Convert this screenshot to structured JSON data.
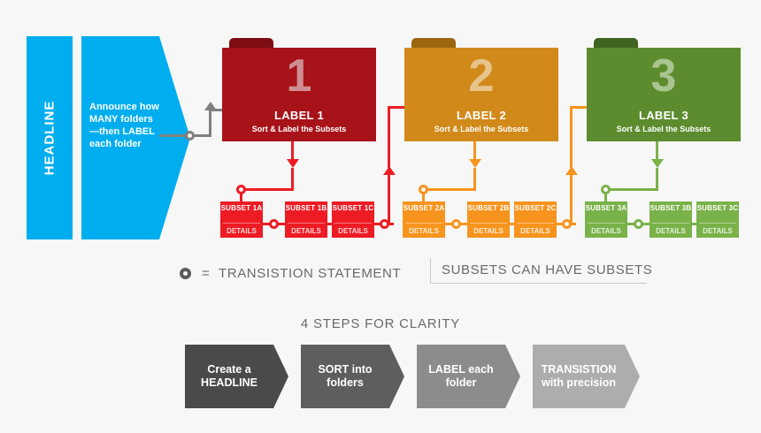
{
  "colors": {
    "background": "#f7f7f7",
    "blue": "#00aeef",
    "gray_line": "#808080",
    "legend_text": "#6a6a6a",
    "folder_red": "#a81219",
    "folder_red_tab": "#7d0d13",
    "subset_red": "#ed1c24",
    "folder_orange": "#d18a1a",
    "folder_orange_tab": "#9c6610",
    "subset_orange": "#f7941e",
    "folder_green": "#5c8c2e",
    "folder_green_tab": "#3f6420",
    "subset_green": "#7ab24a"
  },
  "headline": {
    "vertical_label": "HEADLINE",
    "announce_text": "Announce how MANY folders—then LABEL each folder"
  },
  "folders": [
    {
      "number": "1",
      "label": "LABEL 1",
      "subtitle": "Sort & Label the Subsets",
      "color": "#a81219",
      "tab_color": "#7d0d13",
      "number_color": "#cf8f92",
      "subsets": [
        {
          "title": "SUBSET 1A",
          "details": "DETAILS"
        },
        {
          "title": "SUBSET 1B",
          "details": "DETAILS"
        },
        {
          "title": "SUBSET 1C",
          "details": "DETAILS"
        }
      ],
      "subset_color": "#ed1c24"
    },
    {
      "number": "2",
      "label": "LABEL 2",
      "subtitle": "Sort & Label the Subsets",
      "color": "#d18a1a",
      "tab_color": "#9c6610",
      "number_color": "#e7c48c",
      "subsets": [
        {
          "title": "SUBSET 2A",
          "details": "DETAILS"
        },
        {
          "title": "SUBSET 2B",
          "details": "DETAILS"
        },
        {
          "title": "SUBSET 2C",
          "details": "DETAILS"
        }
      ],
      "subset_color": "#f7941e"
    },
    {
      "number": "3",
      "label": "LABEL 3",
      "subtitle": "Sort & Label the Subsets",
      "color": "#5c8c2e",
      "tab_color": "#3f6420",
      "number_color": "#a8c48f",
      "subsets": [
        {
          "title": "SUBSET 3A",
          "details": "DETAILS"
        },
        {
          "title": "SUBSET 3B",
          "details": "DETAILS"
        },
        {
          "title": "SUBSET 3C",
          "details": "DETAILS"
        }
      ],
      "subset_color": "#7ab24a"
    }
  ],
  "legend": {
    "equals": "=",
    "transition_label": "TRANSISTION STATEMENT",
    "subsets_note": "SUBSETS CAN HAVE SUBSETS"
  },
  "steps_section": {
    "title": "4 STEPS FOR CLARITY",
    "steps": [
      {
        "line1": "Create a",
        "line2": "HEADLINE",
        "color": "#4a4a4a"
      },
      {
        "line1": "SORT into",
        "line2": "folders",
        "color": "#5e5e5e"
      },
      {
        "line1": "LABEL each",
        "line2": "folder",
        "color": "#8c8c8c"
      },
      {
        "line1": "TRANSISTION",
        "line2": "with precision",
        "color": "#adadad"
      }
    ]
  }
}
